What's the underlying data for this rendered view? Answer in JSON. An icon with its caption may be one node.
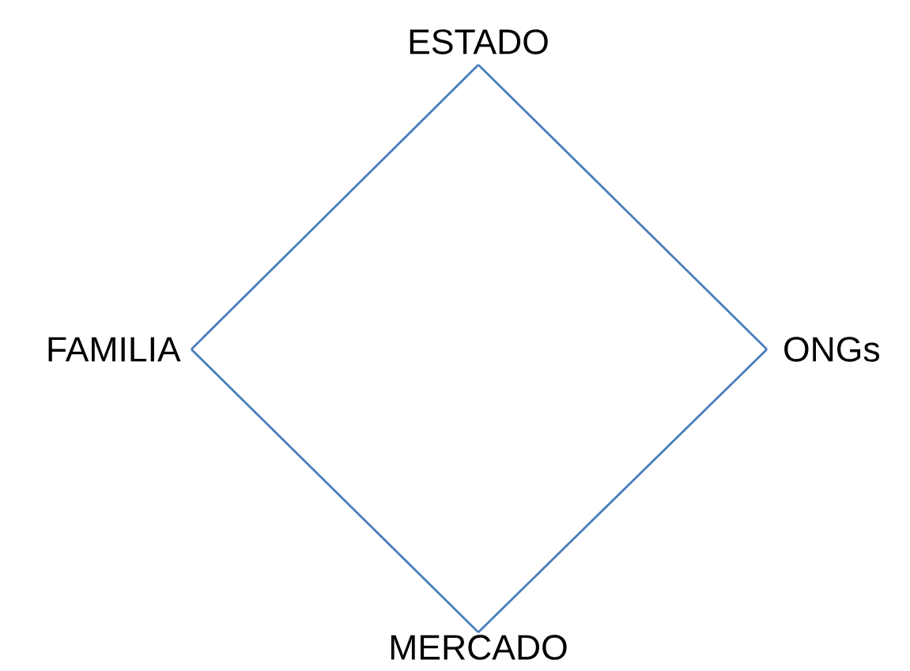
{
  "diagram": {
    "nodes": [
      {
        "text": [
          "ESTADO"
        ]
      },
      {
        "text": [
          "ONGs"
        ]
      },
      {
        "text": [
          "MERCADO"
        ]
      },
      {
        "text": [
          "FAMILIA"
        ]
      }
    ],
    "edges": [
      {
        "from": 0,
        "to": 1,
        "arrow": "none"
      },
      {
        "from": 1,
        "to": 2,
        "arrow": "none"
      },
      {
        "from": 2,
        "to": 3,
        "arrow": "none"
      },
      {
        "from": 3,
        "to": 0,
        "arrow": "none"
      }
    ]
  }
}
